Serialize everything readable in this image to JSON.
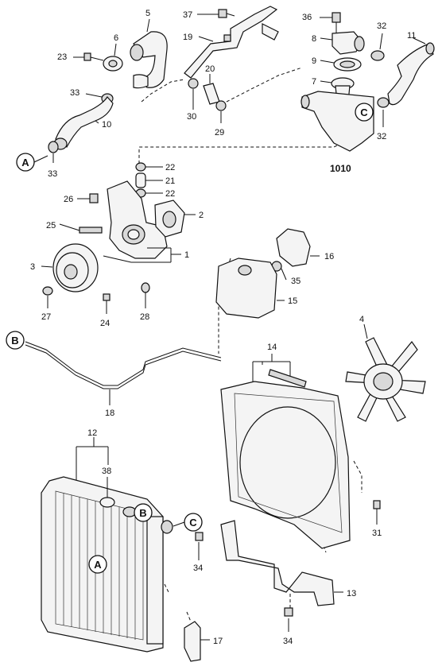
{
  "diagram_code": "1010",
  "callouts": {
    "c1": "1",
    "c2": "2",
    "c3": "3",
    "c4": "4",
    "c5": "5",
    "c6": "6",
    "c7": "7",
    "c8": "8",
    "c9": "9",
    "c10": "10",
    "c11": "11",
    "c12": "12",
    "c13": "13",
    "c14": "14",
    "c15": "15",
    "c16": "16",
    "c17": "17",
    "c18": "18",
    "c19": "19",
    "c20": "20",
    "c21": "21",
    "c22a": "22",
    "c22b": "22",
    "c23": "23",
    "c24": "24",
    "c25": "25",
    "c26": "26",
    "c27": "27",
    "c28": "28",
    "c29": "29",
    "c30": "30",
    "c31": "31",
    "c32a": "32",
    "c32b": "32",
    "c33a": "33",
    "c33b": "33",
    "c34a": "34",
    "c34b": "34",
    "c35": "35",
    "c36": "36",
    "c37": "37",
    "c38": "38"
  },
  "connectors": {
    "A1": "A",
    "A2": "A",
    "B1": "B",
    "B2": "B",
    "C1": "C",
    "C2": "C"
  }
}
